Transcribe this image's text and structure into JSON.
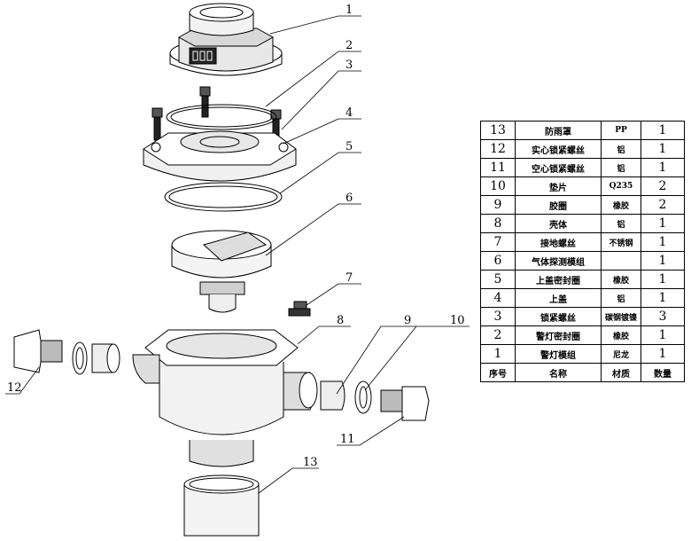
{
  "callouts": [
    "1",
    "2",
    "3",
    "4",
    "5",
    "6",
    "7",
    "8",
    "9",
    "10",
    "11",
    "12",
    "13"
  ],
  "bom": {
    "rows": [
      {
        "no": "13",
        "name": "防雨罩",
        "material": "PP",
        "qty": "1"
      },
      {
        "no": "12",
        "name": "实心锁紧螺丝",
        "material": "铝",
        "qty": "1"
      },
      {
        "no": "11",
        "name": "空心锁紧螺丝",
        "material": "铝",
        "qty": "1"
      },
      {
        "no": "10",
        "name": "垫片",
        "material": "Q235",
        "qty": "2"
      },
      {
        "no": "9",
        "name": "胶圈",
        "material": "橡胶",
        "qty": "2"
      },
      {
        "no": "8",
        "name": "壳体",
        "material": "铝",
        "qty": "1"
      },
      {
        "no": "7",
        "name": "接地螺丝",
        "material": "不锈钢",
        "qty": "1"
      },
      {
        "no": "6",
        "name": "气体探测模组",
        "material": "",
        "qty": "1"
      },
      {
        "no": "5",
        "name": "上盖密封圈",
        "material": "橡胶",
        "qty": "1"
      },
      {
        "no": "4",
        "name": "上盖",
        "material": "铝",
        "qty": "1"
      },
      {
        "no": "3",
        "name": "锁紧螺丝",
        "material": "碳钢镀镍",
        "qty": "3"
      },
      {
        "no": "2",
        "name": "警灯密封圈",
        "material": "橡胶",
        "qty": "1"
      },
      {
        "no": "1",
        "name": "警灯模组",
        "material": "尼龙",
        "qty": "1"
      }
    ],
    "header": {
      "no": "序号",
      "name": "名称",
      "material": "材质",
      "qty": "数量"
    }
  }
}
